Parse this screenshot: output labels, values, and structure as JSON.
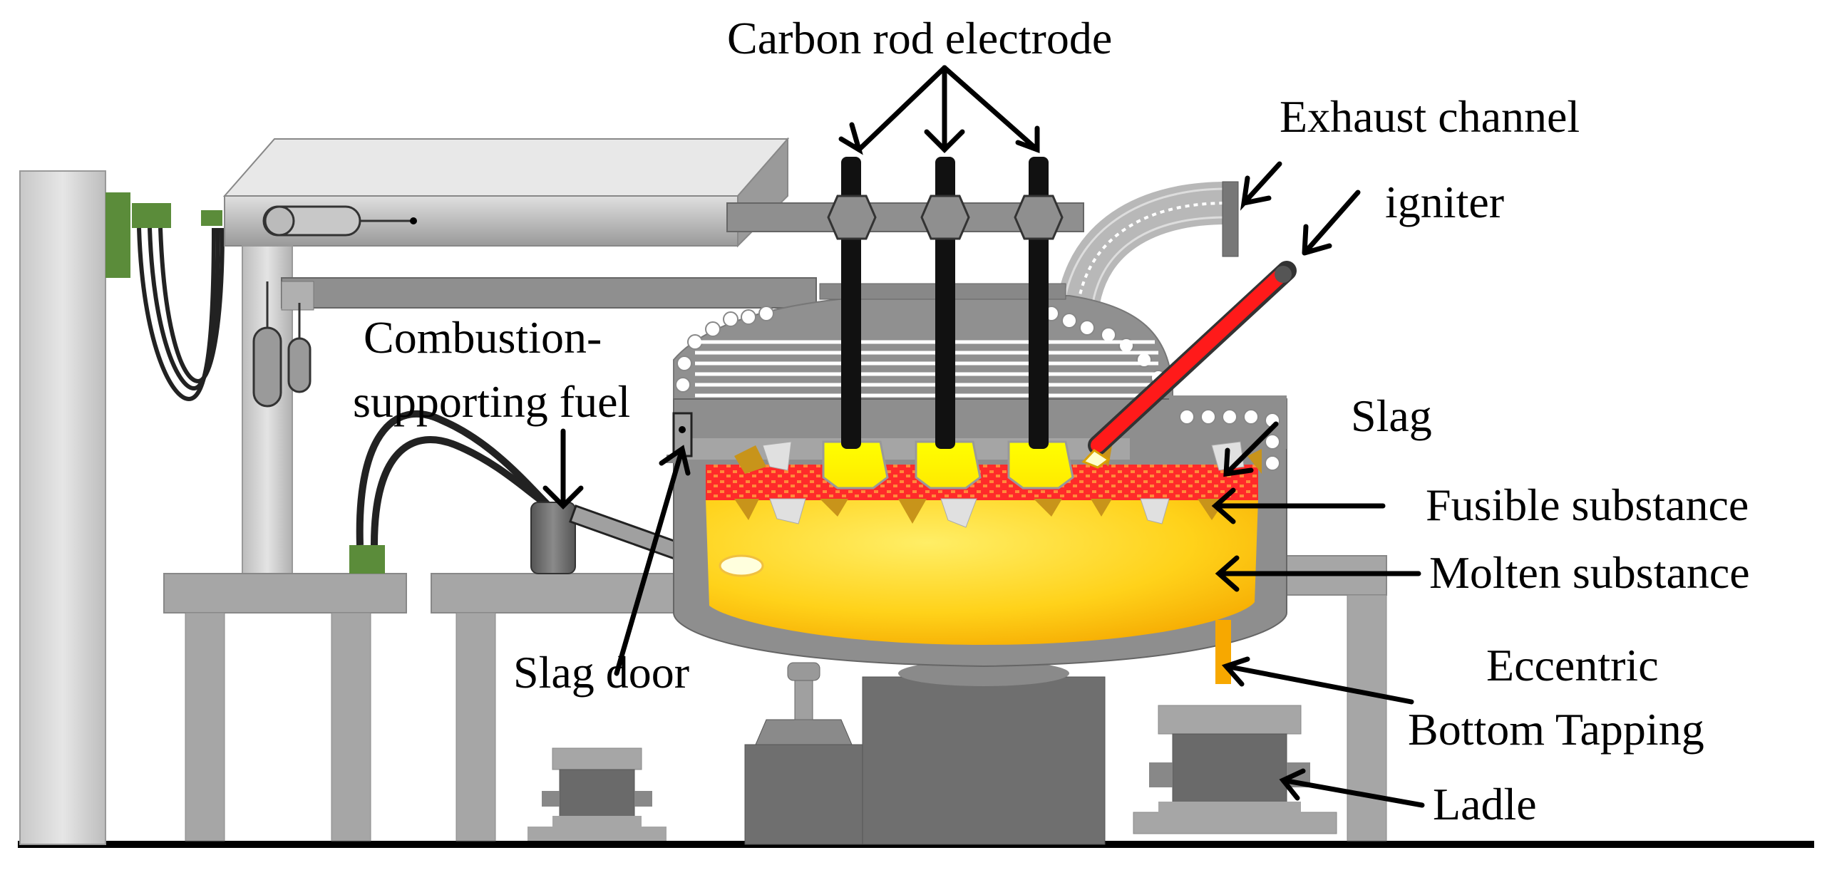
{
  "labels": {
    "carbon_rod_electrode": "Carbon rod electrode",
    "exhaust_channel": "Exhaust channel",
    "igniter": "igniter",
    "combustion_line1": "Combustion-",
    "combustion_line2": "supporting fuel",
    "slag": "Slag",
    "fusible_substance": "Fusible substance",
    "molten_substance": "Molten substance",
    "slag_door": "Slag door",
    "eccentric_line1": "Eccentric",
    "eccentric_line2": "Bottom Tapping",
    "ladle": "Ladle"
  },
  "colors": {
    "molten": "#ffd21a",
    "slag": "#ff3030",
    "frame": "#a6a6a6",
    "igniter": "#ff1a1a",
    "cable": "#5a8a3a"
  }
}
